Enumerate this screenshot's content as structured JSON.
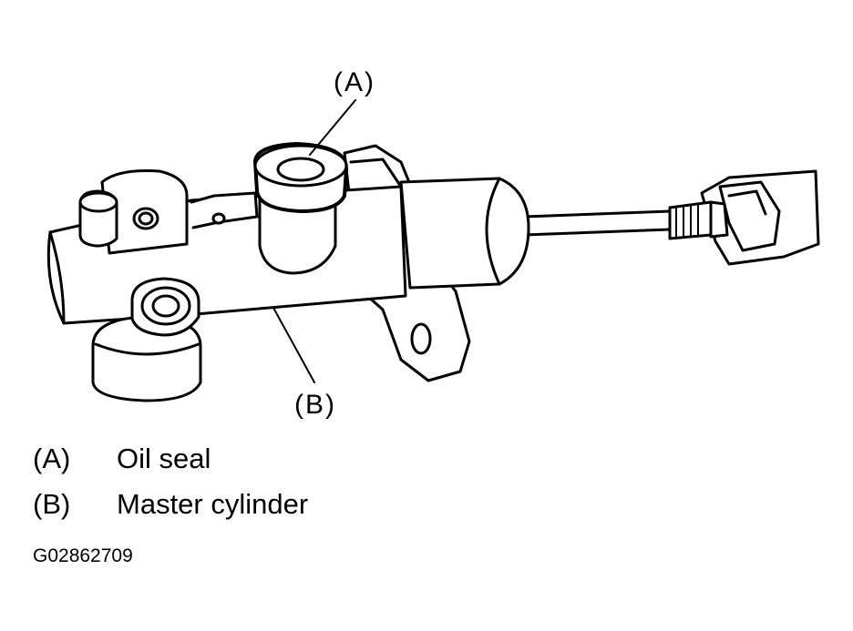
{
  "callouts": {
    "a": "(A)",
    "b": "(B)"
  },
  "legend": [
    {
      "key": "(A)",
      "label": "Oil seal"
    },
    {
      "key": "(B)",
      "label": "Master cylinder"
    }
  ],
  "figure_code": "G02862709"
}
